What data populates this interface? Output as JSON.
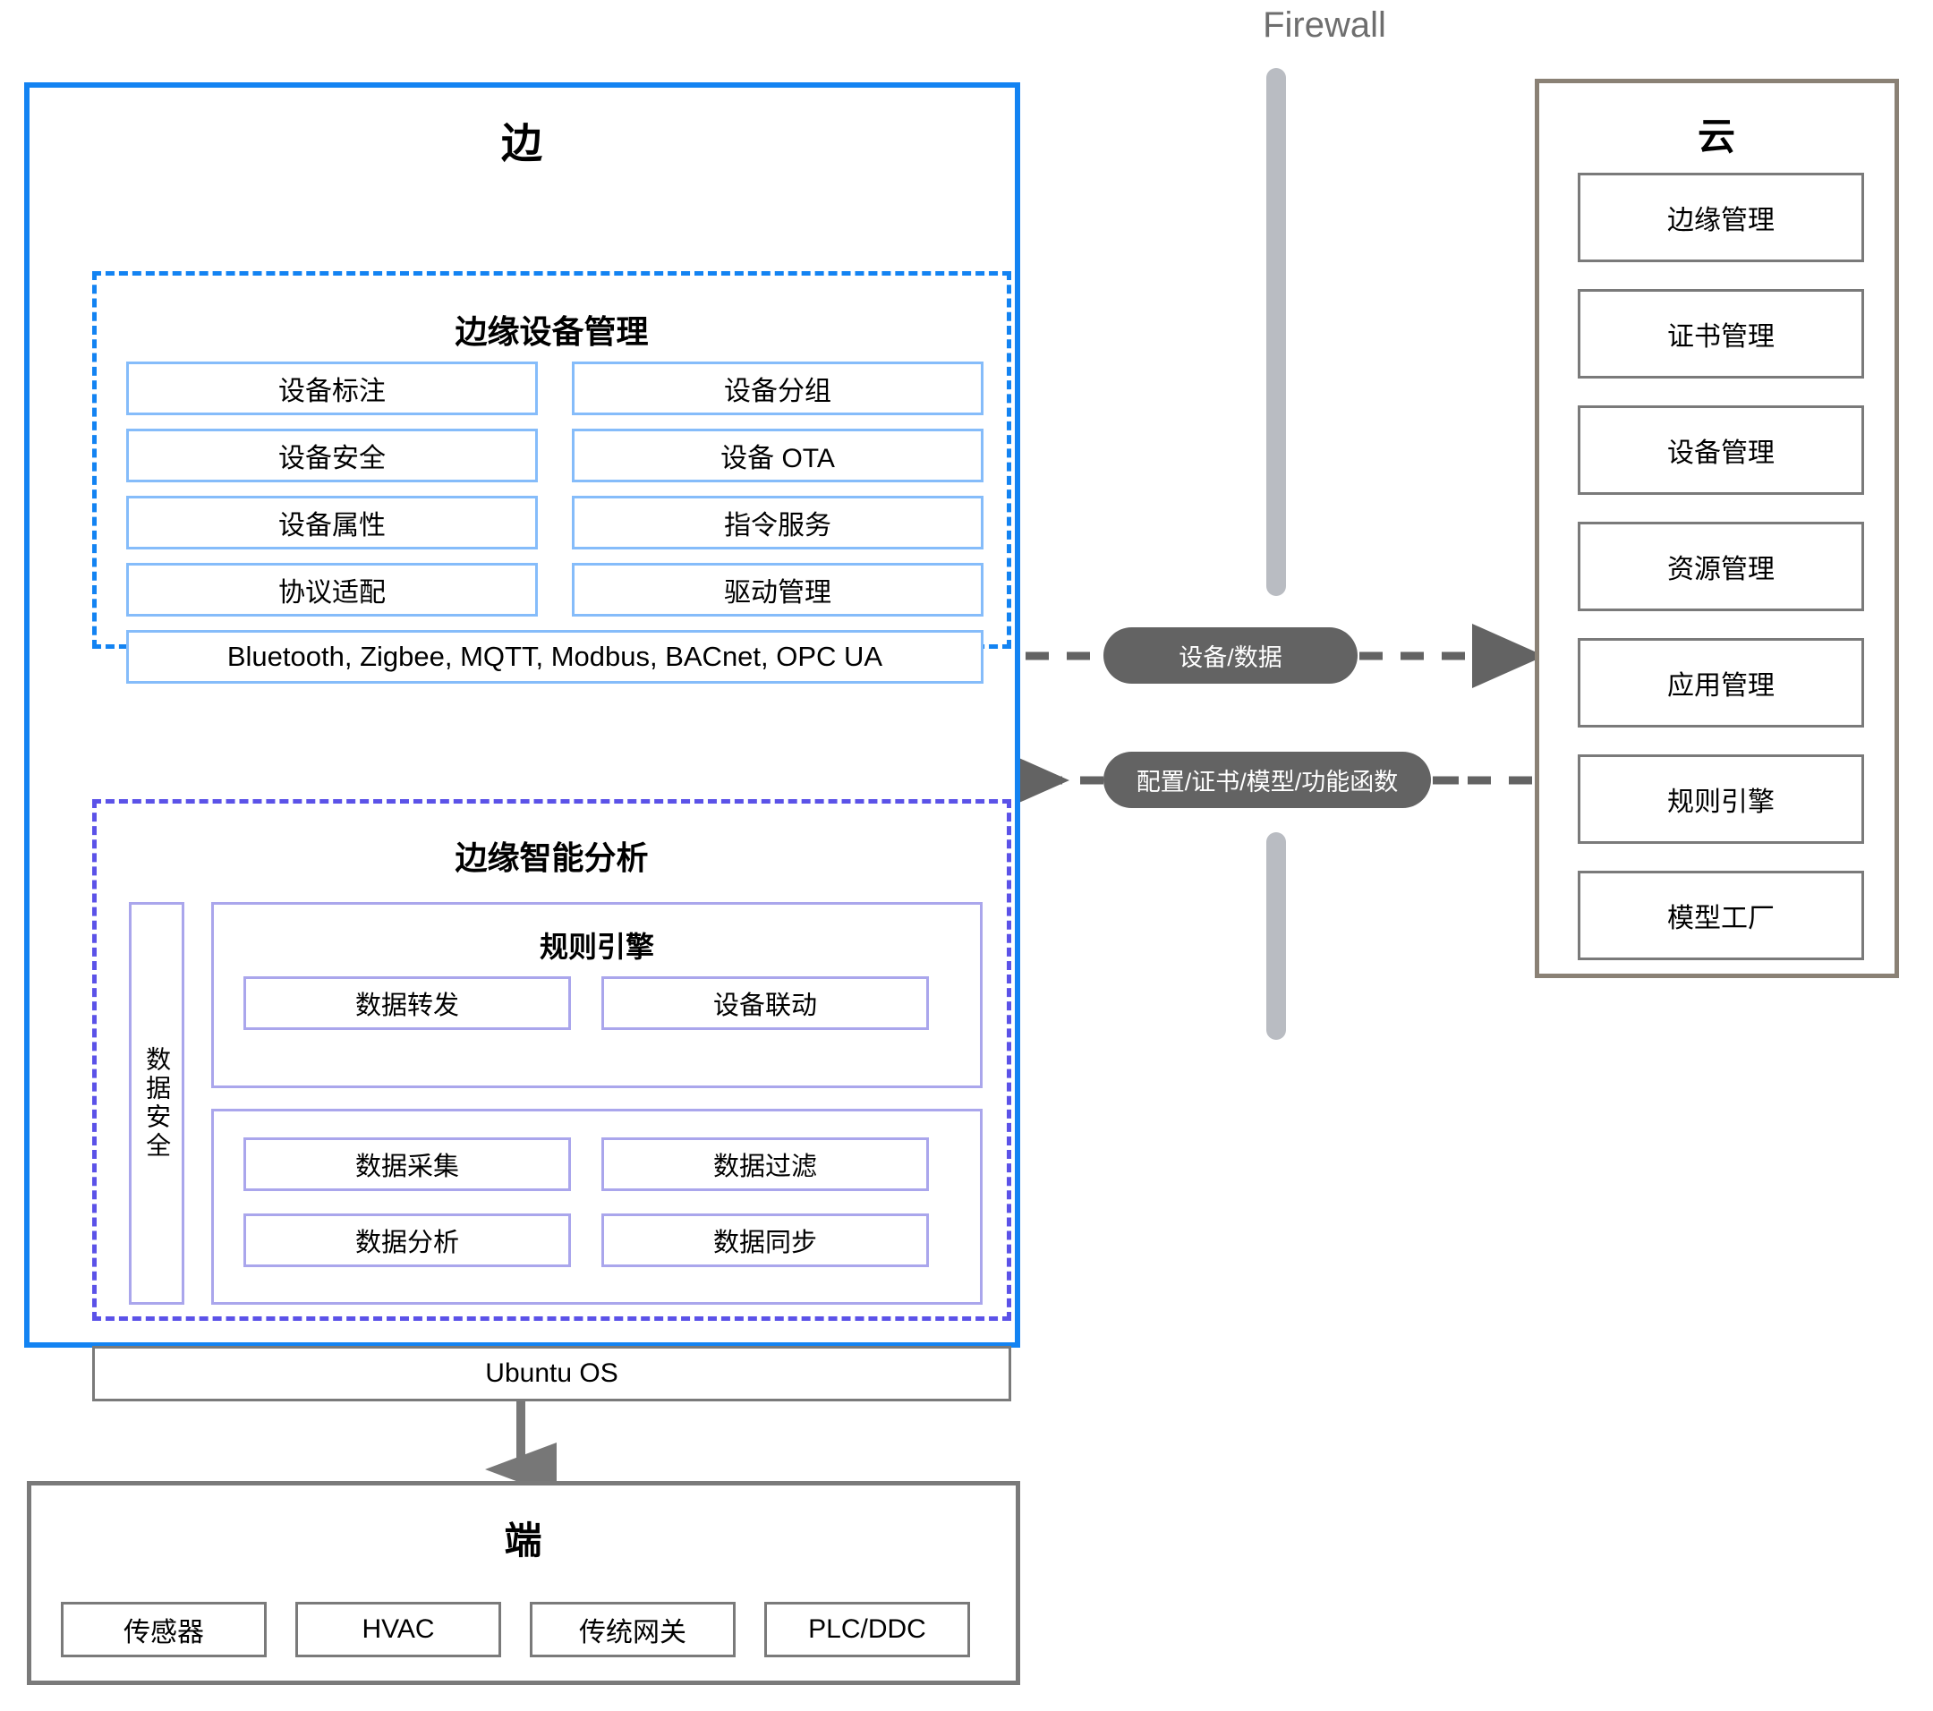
{
  "diagram": {
    "firewall_label": "Firewall",
    "edge": {
      "title": "边",
      "device_management": {
        "title": "边缘设备管理",
        "cells": [
          "设备标注",
          "设备分组",
          "设备安全",
          "设备 OTA",
          "设备属性",
          "指令服务",
          "协议适配",
          "驱动管理"
        ],
        "protocols": "Bluetooth, Zigbee, MQTT, Modbus, BACnet, OPC UA"
      },
      "intelligent_analysis": {
        "title": "边缘智能分析",
        "data_security": "数据安全",
        "rule_engine": {
          "title": "规则引擎",
          "cells": [
            "数据转发",
            "设备联动"
          ]
        },
        "data_ops": {
          "cells": [
            "数据采集",
            "数据过滤",
            "数据分析",
            "数据同步"
          ]
        }
      },
      "os": "Ubuntu OS"
    },
    "device": {
      "title": "端",
      "items": [
        "传感器",
        "HVAC",
        "传统网关",
        "PLC/DDC"
      ]
    },
    "cloud": {
      "title": "云",
      "items": [
        "边缘管理",
        "证书管理",
        "设备管理",
        "资源管理",
        "应用管理",
        "规则引擎",
        "模型工厂"
      ]
    },
    "flows": {
      "up_label": "设备/数据",
      "down_label": "配置/证书/模型/功能函数"
    },
    "colors": {
      "edge_border": "#1383f2",
      "edge_cell_border": "#85bcfa",
      "analysis_border": "#5b52e8",
      "analysis_cell_border": "#aaa6ec",
      "cloud_border": "#8a8175",
      "gray_border": "#7a7a7a",
      "pill_bg": "#636363",
      "firewall_bar": "#b9bcc2",
      "firewall_text": "#6e6e6e"
    }
  }
}
